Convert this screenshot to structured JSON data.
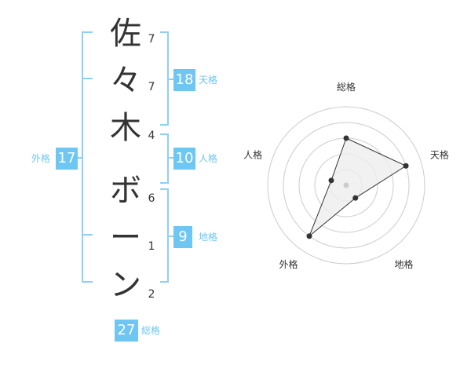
{
  "name": {
    "chars": [
      {
        "char": "佐",
        "strokes": "7"
      },
      {
        "char": "々",
        "strokes": "7"
      },
      {
        "char": "木",
        "strokes": "4"
      },
      {
        "char": "ボ",
        "strokes": "6"
      },
      {
        "char": "ー",
        "strokes": "1"
      },
      {
        "char": "ン",
        "strokes": "2"
      }
    ]
  },
  "fortune": {
    "tenkaku": {
      "value": "18",
      "label": "天格"
    },
    "jinkaku": {
      "value": "10",
      "label": "人格"
    },
    "chikaku": {
      "value": "9",
      "label": "地格"
    },
    "gaikaku": {
      "value": "17",
      "label": "外格"
    },
    "soukaku": {
      "value": "27",
      "label": "総格"
    }
  },
  "radar": {
    "axes": [
      "総格",
      "天格",
      "地格",
      "外格",
      "人格"
    ],
    "values": [
      3,
      4,
      1,
      4,
      1
    ],
    "max": 5,
    "colors": {
      "grid": "#cccccc",
      "fill": "#eeeeee",
      "line": "#333333",
      "point": "#333333",
      "center": "#cccccc"
    }
  },
  "colors": {
    "accent": "#6ec6f3",
    "bracket": "#8fcff5"
  }
}
